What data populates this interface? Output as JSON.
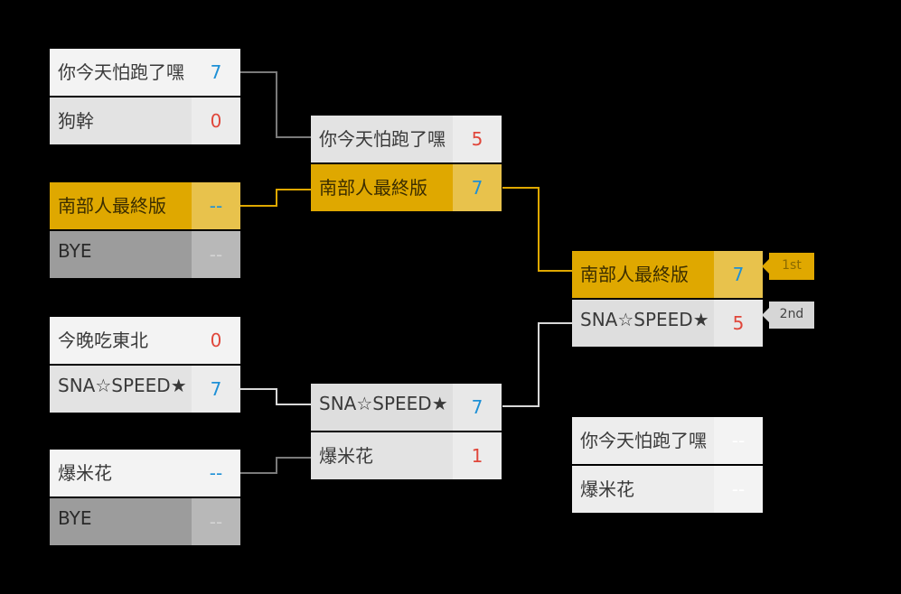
{
  "colors": {
    "gold": "#dfa800",
    "win_score": "#1e90d6",
    "lose_score": "#e0463a",
    "background": "#000000"
  },
  "round1": [
    {
      "teams": [
        {
          "name": "你今天怕跑了嘿",
          "score": "7"
        },
        {
          "name": "狗幹",
          "score": "0"
        }
      ]
    },
    {
      "teams": [
        {
          "name": "南部人最終版",
          "score": "--"
        },
        {
          "name": "BYE",
          "score": "--"
        }
      ]
    },
    {
      "teams": [
        {
          "name": "今晚吃東北",
          "score": "0"
        },
        {
          "name": "SNA☆SPEED★",
          "score": "7"
        }
      ]
    },
    {
      "teams": [
        {
          "name": "爆米花",
          "score": "--"
        },
        {
          "name": "BYE",
          "score": "--"
        }
      ]
    }
  ],
  "round2": [
    {
      "teams": [
        {
          "name": "你今天怕跑了嘿",
          "score": "5"
        },
        {
          "name": "南部人最終版",
          "score": "7"
        }
      ]
    },
    {
      "teams": [
        {
          "name": "SNA☆SPEED★",
          "score": "7"
        },
        {
          "name": "爆米花",
          "score": "1"
        }
      ]
    }
  ],
  "final": {
    "teams": [
      {
        "name": "南部人最終版",
        "score": "7"
      },
      {
        "name": "SNA☆SPEED★",
        "score": "5"
      }
    ]
  },
  "third_place": {
    "teams": [
      {
        "name": "你今天怕跑了嘿",
        "score": "--"
      },
      {
        "name": "爆米花",
        "score": "--"
      }
    ]
  },
  "placements": {
    "first": "1st",
    "second": "2nd"
  }
}
